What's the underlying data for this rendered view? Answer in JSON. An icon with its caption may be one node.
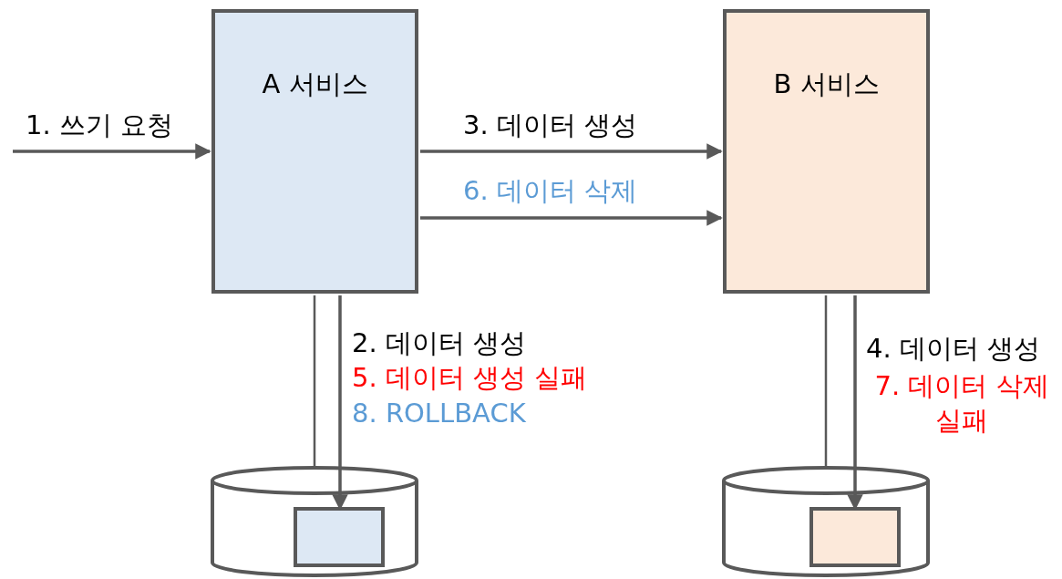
{
  "diagram": {
    "nodes": [
      {
        "text": [
          "A 서비스"
        ]
      },
      {
        "text": [
          "B 서비스"
        ]
      },
      {
        "text": [],
        "shape": "cylinder"
      },
      {
        "text": [],
        "shape": "box",
        "in": 2
      },
      {
        "text": [],
        "shape": "cylinder"
      },
      {
        "text": [],
        "shape": "box",
        "in": 4
      }
    ],
    "edges": [
      {
        "from": null,
        "to": 0,
        "arrow": "to",
        "label": "1. 쓰기 요청"
      },
      {
        "from": 0,
        "to": 1,
        "arrow": "to",
        "label": "3. 데이터 생성"
      },
      {
        "from": 0,
        "to": 1,
        "arrow": "to",
        "label": "6. 데이터 삭제"
      },
      {
        "from": 0,
        "to": 3,
        "arrow": "to"
      },
      {
        "from": 0,
        "to": 2,
        "arrow": "none"
      },
      {
        "from": 1,
        "to": 5,
        "arrow": "to"
      },
      {
        "from": 1,
        "to": 4,
        "arrow": "none"
      }
    ],
    "labels": [
      "2. 데이터 생성",
      "5. 데이터 생성 실패",
      "8. ROLLBACK",
      "4. 데이터 생성",
      "7. 데이터 삭제 실패"
    ]
  }
}
